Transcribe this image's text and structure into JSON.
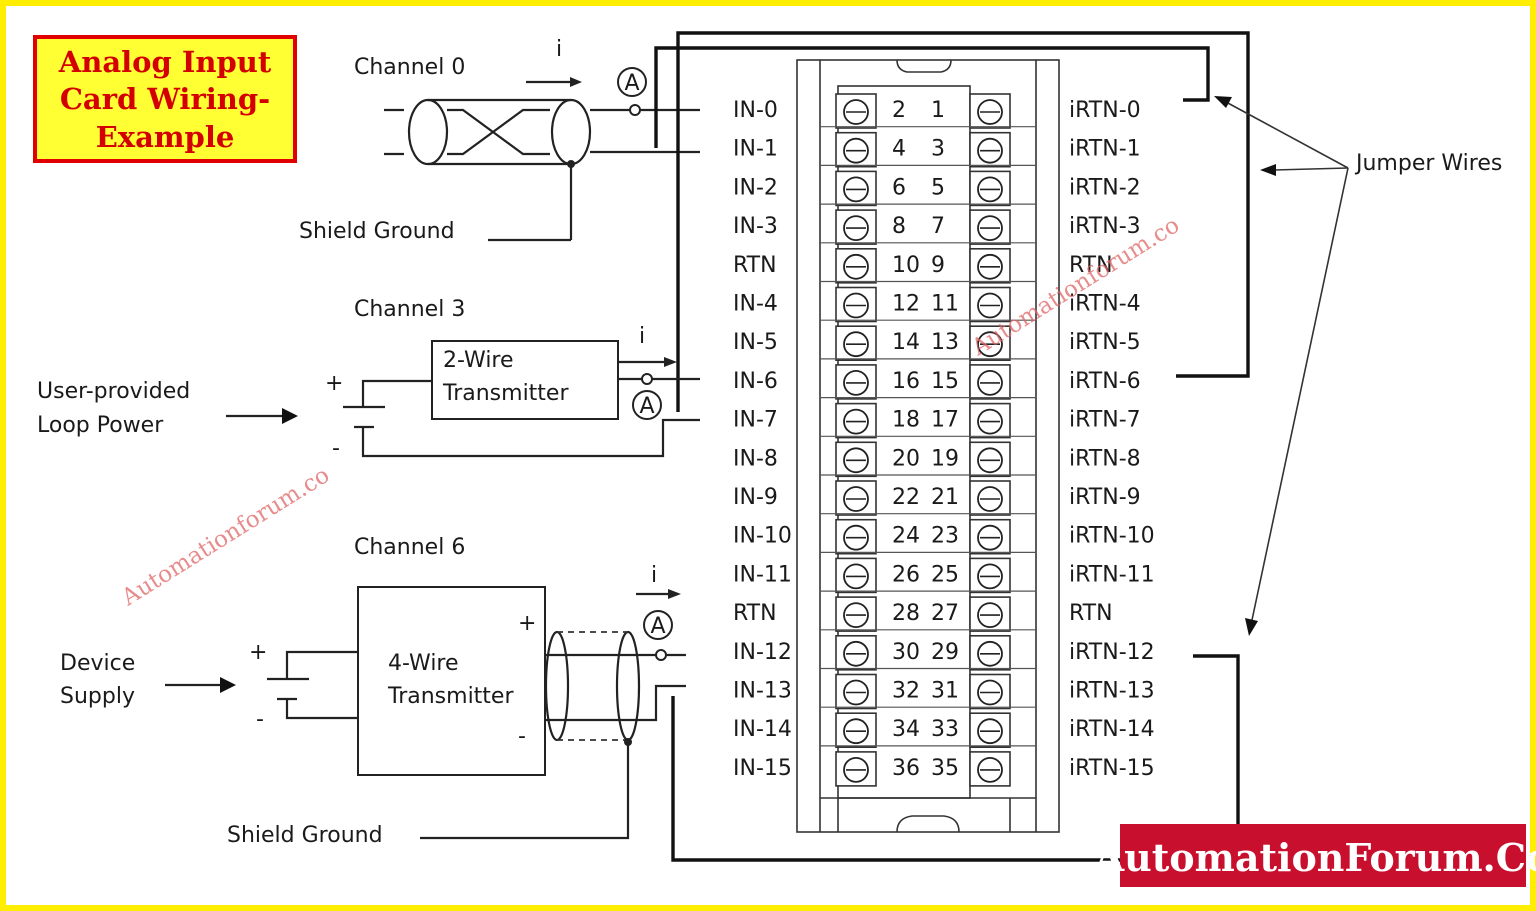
{
  "title_lines": [
    "Analog Input",
    "Card Wiring-",
    "Example"
  ],
  "channels": {
    "ch0": "Channel 0",
    "ch3": "Channel 3",
    "ch6": "Channel 6"
  },
  "labels": {
    "shield_ground_top": "Shield Ground",
    "shield_ground_bottom": "Shield Ground",
    "loop_power_1": "User-provided",
    "loop_power_2": "Loop Power",
    "device_supply_1": "Device",
    "device_supply_2": "Supply",
    "jumper_wires": "Jumper Wires",
    "current_symbol": "i",
    "ammeter": "A",
    "plus": "+",
    "minus": "-"
  },
  "transmitters": {
    "two_wire_1": "2-Wire",
    "two_wire_2": "Transmitter",
    "four_wire_1": "4-Wire",
    "four_wire_2": "Transmitter"
  },
  "terminal_rows": [
    {
      "left": "IN-0",
      "even": "2",
      "odd": "1",
      "right": "iRTN-0"
    },
    {
      "left": "IN-1",
      "even": "4",
      "odd": "3",
      "right": "iRTN-1"
    },
    {
      "left": "IN-2",
      "even": "6",
      "odd": "5",
      "right": "iRTN-2"
    },
    {
      "left": "IN-3",
      "even": "8",
      "odd": "7",
      "right": "iRTN-3"
    },
    {
      "left": "RTN",
      "even": "10",
      "odd": "9",
      "right": "RTN"
    },
    {
      "left": "IN-4",
      "even": "12",
      "odd": "11",
      "right": "iRTN-4"
    },
    {
      "left": "IN-5",
      "even": "14",
      "odd": "13",
      "right": "iRTN-5"
    },
    {
      "left": "IN-6",
      "even": "16",
      "odd": "15",
      "right": "iRTN-6"
    },
    {
      "left": "IN-7",
      "even": "18",
      "odd": "17",
      "right": "iRTN-7"
    },
    {
      "left": "IN-8",
      "even": "20",
      "odd": "19",
      "right": "iRTN-8"
    },
    {
      "left": "IN-9",
      "even": "22",
      "odd": "21",
      "right": "iRTN-9"
    },
    {
      "left": "IN-10",
      "even": "24",
      "odd": "23",
      "right": "iRTN-10"
    },
    {
      "left": "IN-11",
      "even": "26",
      "odd": "25",
      "right": "iRTN-11"
    },
    {
      "left": "RTN",
      "even": "28",
      "odd": "27",
      "right": "RTN"
    },
    {
      "left": "IN-12",
      "even": "30",
      "odd": "29",
      "right": "iRTN-12"
    },
    {
      "left": "IN-13",
      "even": "32",
      "odd": "31",
      "right": "iRTN-13"
    },
    {
      "left": "IN-14",
      "even": "34",
      "odd": "33",
      "right": "iRTN-14"
    },
    {
      "left": "IN-15",
      "even": "36",
      "odd": "35",
      "right": "iRTN-15"
    }
  ],
  "watermark": "Automationforum.co",
  "brand": "AutomationForum.Co",
  "colors": {
    "frame": "#ffee00",
    "title_box": "#ffff33",
    "title_text": "#d40000",
    "brand_bg": "#c8102e",
    "watermark": "#e06666"
  }
}
